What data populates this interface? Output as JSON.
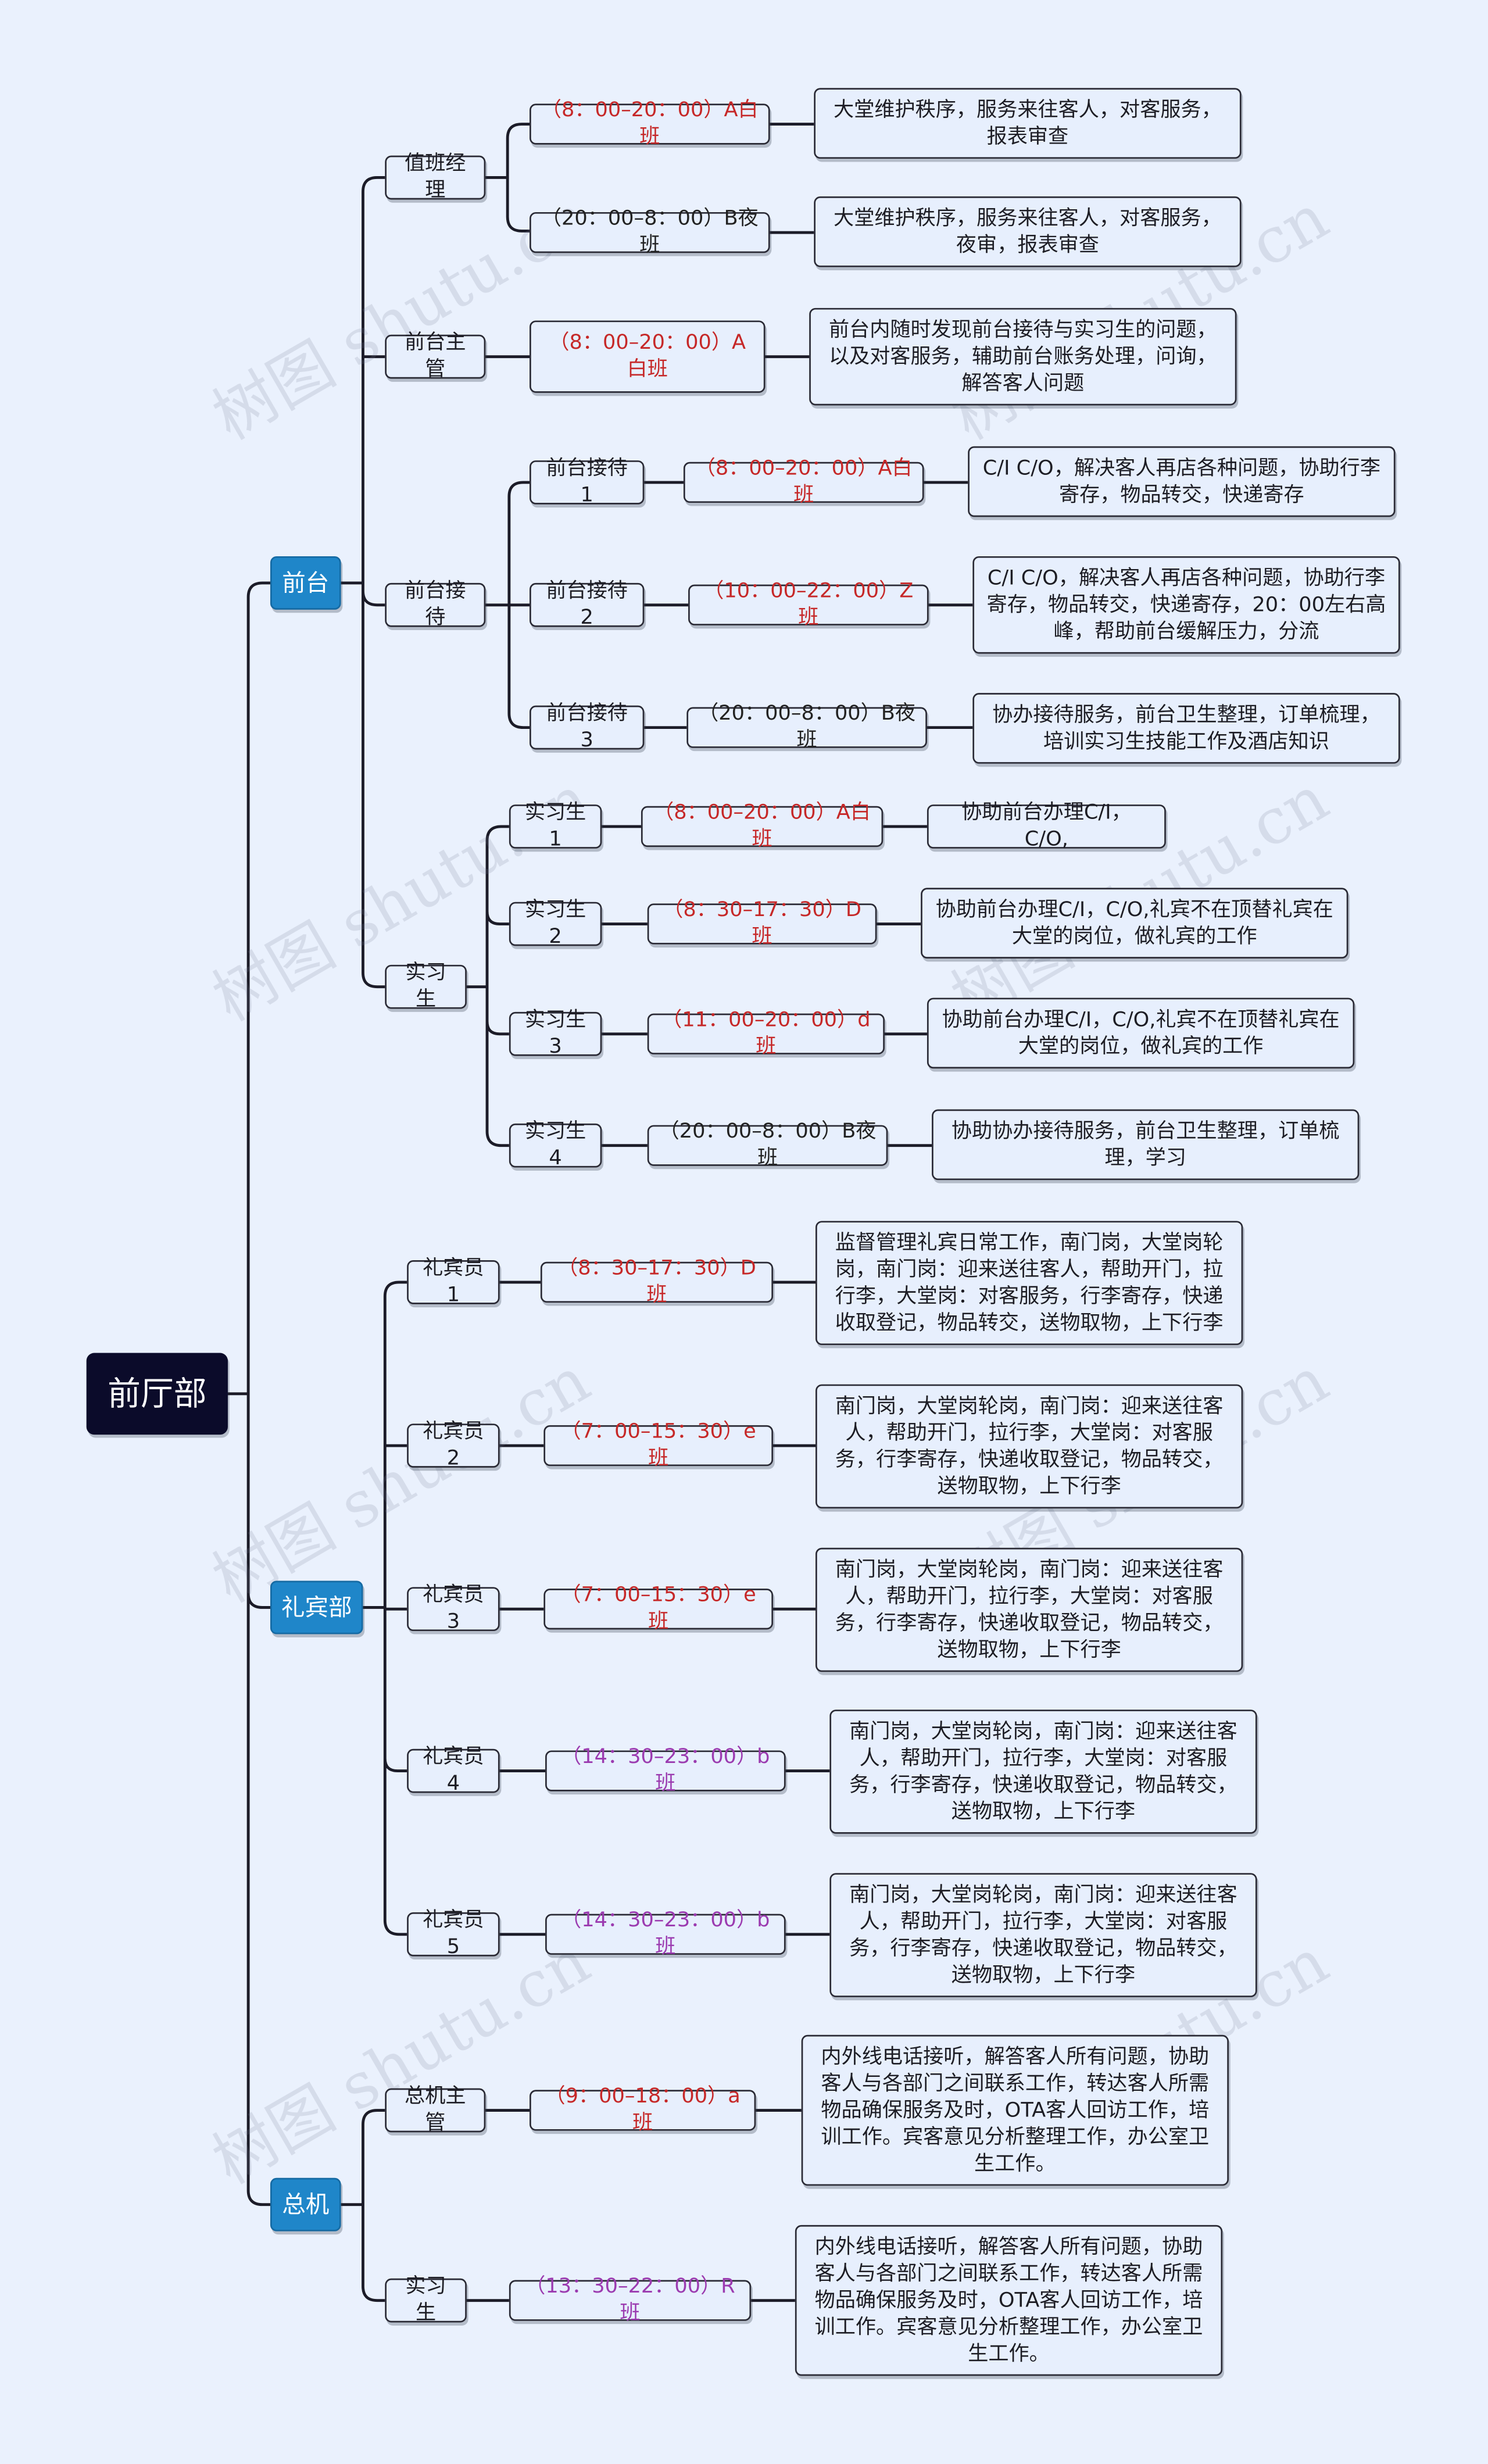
{
  "root": "前厅部",
  "front_desk": {
    "label": "前台",
    "manager": {
      "label": "值班经理",
      "shift1": "（8：00–20：00）A白班",
      "desc1": "大堂维护秩序，服务来往客人，对客服务，报表审查",
      "shift2": "（20：00–8：00）B夜班",
      "desc2": "大堂维护秩序，服务来往客人，对客服务，夜审，报表审查"
    },
    "supervisor": {
      "label": "前台主管",
      "shift": "（8：00–20：00）A白班",
      "desc": "前台内随时发现前台接待与实习生的问题，以及对客服务，辅助前台账务处理，问询，解答客人问题"
    },
    "reception": {
      "label": "前台接待",
      "r1": {
        "label": "前台接待1",
        "shift": "（8：00–20：00）A白班",
        "desc": "C/I C/O，解决客人再店各种问题，协助行李寄存，物品转交，快递寄存"
      },
      "r2": {
        "label": "前台接待2",
        "shift": "（10：00–22：00）Z班",
        "desc": "C/I C/O，解决客人再店各种问题，协助行李寄存，物品转交，快递寄存，20：00左右高峰，帮助前台缓解压力，分流"
      },
      "r3": {
        "label": "前台接待3",
        "shift": "（20：00–8：00）B夜班",
        "desc": "协办接待服务，前台卫生整理，订单梳理，培训实习生技能工作及酒店知识"
      }
    },
    "interns": {
      "label": "实习生",
      "i1": {
        "label": "实习生1",
        "shift": "（8：00–20：00）A白班",
        "desc": "协助前台办理C/I，C/O,"
      },
      "i2": {
        "label": "实习生2",
        "shift": "（8：30–17：30）D班",
        "desc": "协助前台办理C/I，C/O,礼宾不在顶替礼宾在大堂的岗位，做礼宾的工作"
      },
      "i3": {
        "label": "实习生3",
        "shift": "（11：00–20：00）d班",
        "desc": "协助前台办理C/I，C/O,礼宾不在顶替礼宾在大堂的岗位，做礼宾的工作"
      },
      "i4": {
        "label": "实习生4",
        "shift": "（20：00–8：00）B夜班",
        "desc": "协助协办接待服务，前台卫生整理，订单梳理，学习"
      }
    }
  },
  "concierge": {
    "label": "礼宾部",
    "c1": {
      "label": "礼宾员1",
      "shift": "（8：30–17：30）D班",
      "desc": "监督管理礼宾日常工作，南门岗，大堂岗轮岗，南门岗：迎来送往客人，帮助开门，拉行李，大堂岗：对客服务，行李寄存，快递收取登记，物品转交，送物取物，上下行李"
    },
    "c2": {
      "label": "礼宾员2",
      "shift": "（7：00–15：30）e班",
      "desc": "南门岗，大堂岗轮岗，南门岗：迎来送往客人，帮助开门，拉行李，大堂岗：对客服务，行李寄存，快递收取登记，物品转交，送物取物，上下行李"
    },
    "c3": {
      "label": "礼宾员3",
      "shift": "（7：00–15：30）e班",
      "desc": "南门岗，大堂岗轮岗，南门岗：迎来送往客人，帮助开门，拉行李，大堂岗：对客服务，行李寄存，快递收取登记，物品转交，送物取物，上下行李"
    },
    "c4": {
      "label": "礼宾员4",
      "shift": "（14：30–23：00）b班",
      "desc": "南门岗，大堂岗轮岗，南门岗：迎来送往客人，帮助开门，拉行李，大堂岗：对客服务，行李寄存，快递收取登记，物品转交，送物取物，上下行李"
    },
    "c5": {
      "label": "礼宾员5",
      "shift": "（14：30–23：00）b班",
      "desc": "南门岗，大堂岗轮岗，南门岗：迎来送往客人，帮助开门，拉行李，大堂岗：对客服务，行李寄存，快递收取登记，物品转交，送物取物，上下行李"
    }
  },
  "switchboard": {
    "label": "总机",
    "sup": {
      "label": "总机主管",
      "shift": "（9：00–18：00）a班",
      "desc": "内外线电话接听，解答客人所有问题，协助客人与各部门之间联系工作，转达客人所需物品确保服务及时，OTA客人回访工作，培训工作。宾客意见分析整理工作，办公室卫生工作。"
    },
    "intern": {
      "label": "实习生",
      "shift": "（13：30–22：00）R班",
      "desc": "内外线电话接听，解答客人所有问题，协助客人与各部门之间联系工作，转达客人所需物品确保服务及时，OTA客人回访工作，培训工作。宾客意见分析整理工作，办公室卫生工作。"
    }
  },
  "watermark": "树图 shutu.cn"
}
